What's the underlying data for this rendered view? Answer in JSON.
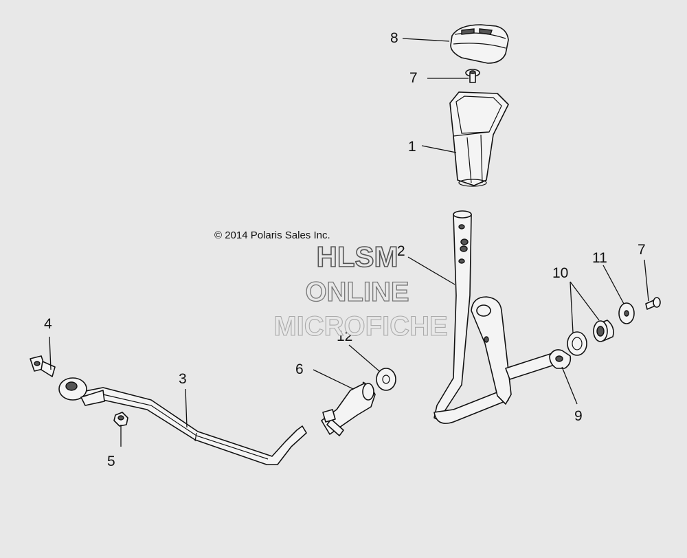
{
  "copyright": "© 2014 Polaris Sales Inc.",
  "watermark": {
    "line1": "HLSM",
    "line2": "ONLINE",
    "line3": "MICROFICHE"
  },
  "callouts": {
    "c1": "1",
    "c2": "2",
    "c3": "3",
    "c4": "4",
    "c5": "5",
    "c6": "6",
    "c7a": "7",
    "c7b": "7",
    "c8": "8",
    "c9": "9",
    "c10": "10",
    "c11": "11",
    "c12": "12"
  },
  "colors": {
    "background": "#e8e8e8",
    "line": "#111111",
    "watermark_stroke": "#555555"
  }
}
